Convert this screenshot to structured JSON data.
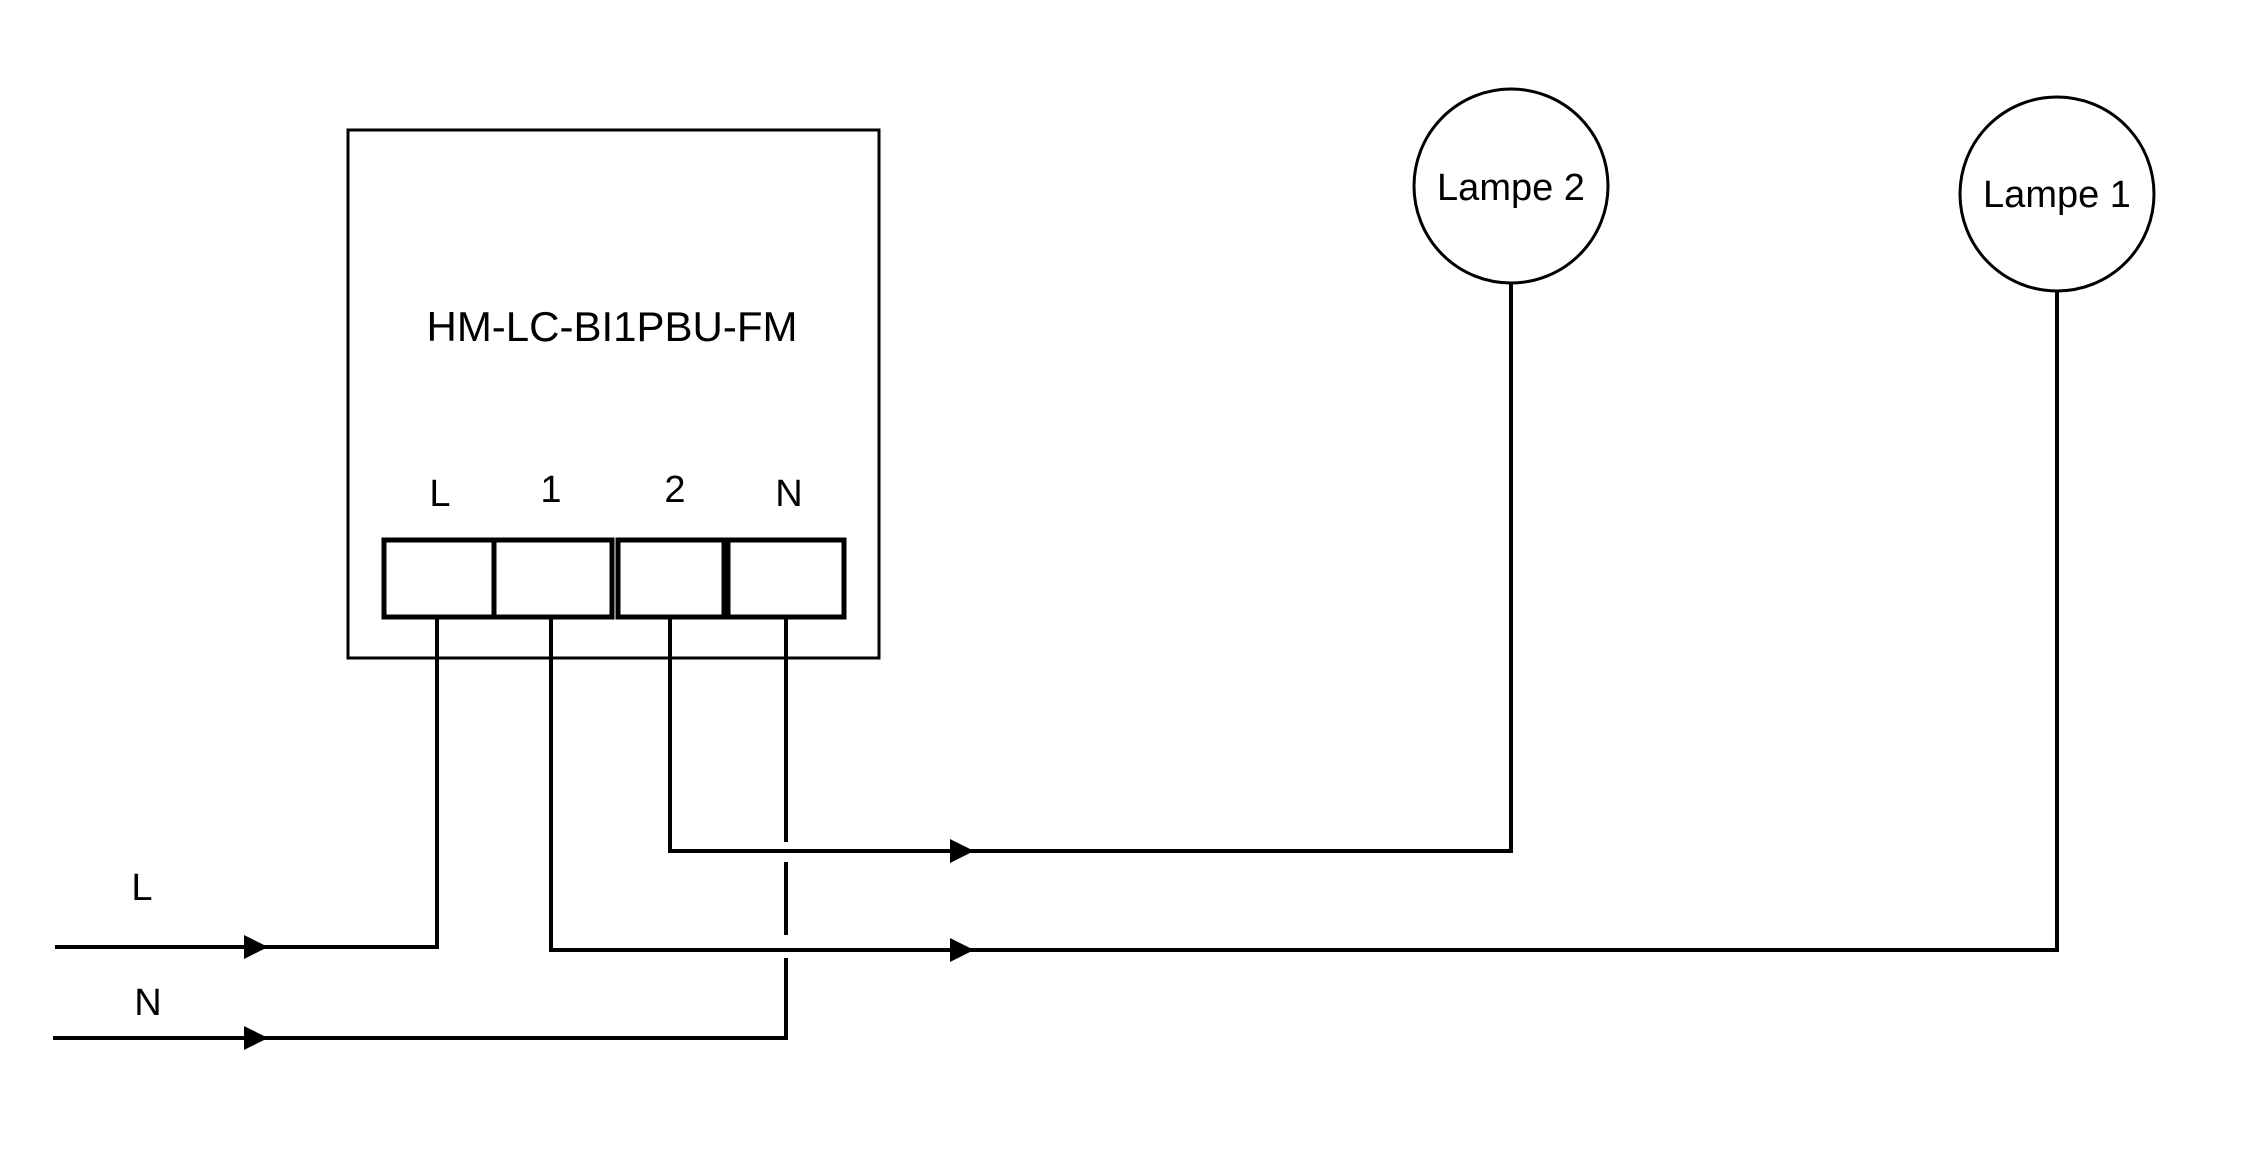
{
  "device": {
    "name": "HM-LC-BI1PBU-FM",
    "terminals": [
      "L",
      "1",
      "2",
      "N"
    ]
  },
  "lamps": {
    "lamp2": "Lampe 2",
    "lamp1": "Lampe 1"
  },
  "inputs": {
    "phase": "L",
    "neutral": "N"
  }
}
